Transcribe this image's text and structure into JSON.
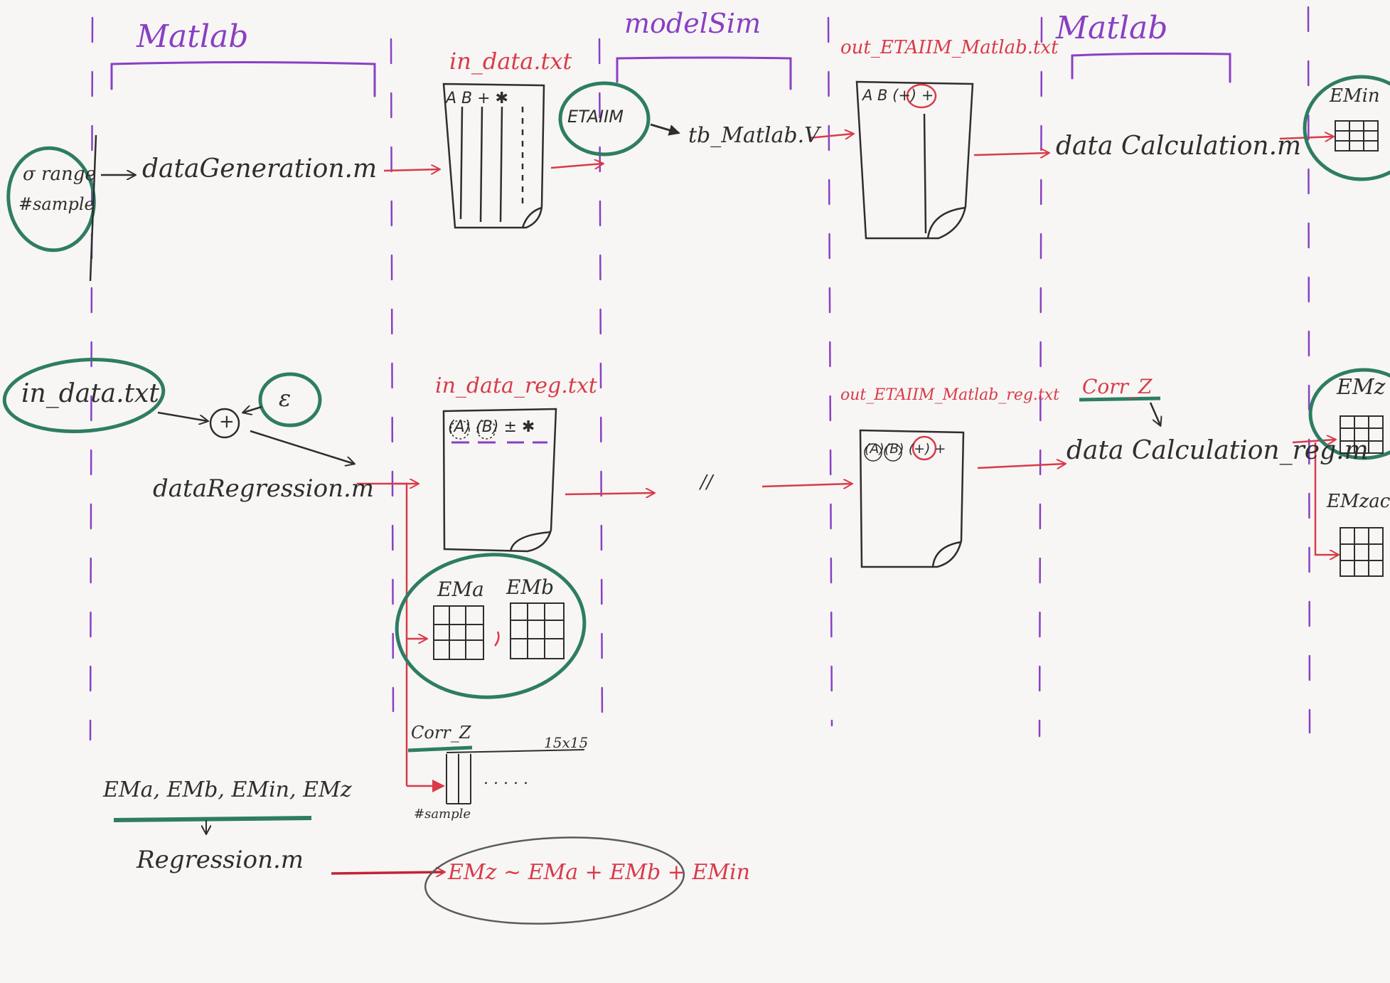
{
  "colors": {
    "marker_black": "#2e2e2e",
    "marker_red": "#d93a4a",
    "marker_purple": "#8a3fc4",
    "marker_green": "#2e7d62",
    "paper": "#f7f6f4"
  },
  "phases": {
    "matlab_1": "Matlab",
    "modelsim": "modelSim",
    "matlab_2": "Matlab"
  },
  "row1": {
    "inputs": {
      "line1": "σ range",
      "line2": "#sample"
    },
    "gen_script": "dataGeneration.m",
    "in_file": "in_data.txt",
    "in_file_cols": "A B + ✱",
    "core": "ETAIIM",
    "testbench": "tb_Matlab.V",
    "out_file": "out_ETAIIM_Matlab.txt",
    "out_file_cols": "A B (+) +",
    "calc_script": "data Calculation.m",
    "result": "EMin"
  },
  "row2": {
    "input_file": "in_data.txt",
    "epsilon": "ε",
    "plus": "+",
    "reg_script": "dataRegression.m",
    "in_file": "in_data_reg.txt",
    "in_file_cols": "(A) (B) ± ✱",
    "same_mark": "//",
    "out_file": "out_ETAIIM_Matlab_reg.txt",
    "out_file_cols": "(A)(B) (+) +",
    "corr_label": "Corr_Z",
    "calc_script": "data Calculation_reg.m",
    "result_1": "EMz",
    "result_2": "EMzacc",
    "em_a": "EMa",
    "em_b": "EMb"
  },
  "row3": {
    "corr_label": "Corr_Z",
    "size": "15x15",
    "ellipsis": ". . . . .",
    "sample_label": "#sample",
    "em_list": "EMa, EMb, EMin, EMz",
    "reg_script": "Regression.m",
    "equation": "EMz ~ EMa + EMb + EMin"
  }
}
